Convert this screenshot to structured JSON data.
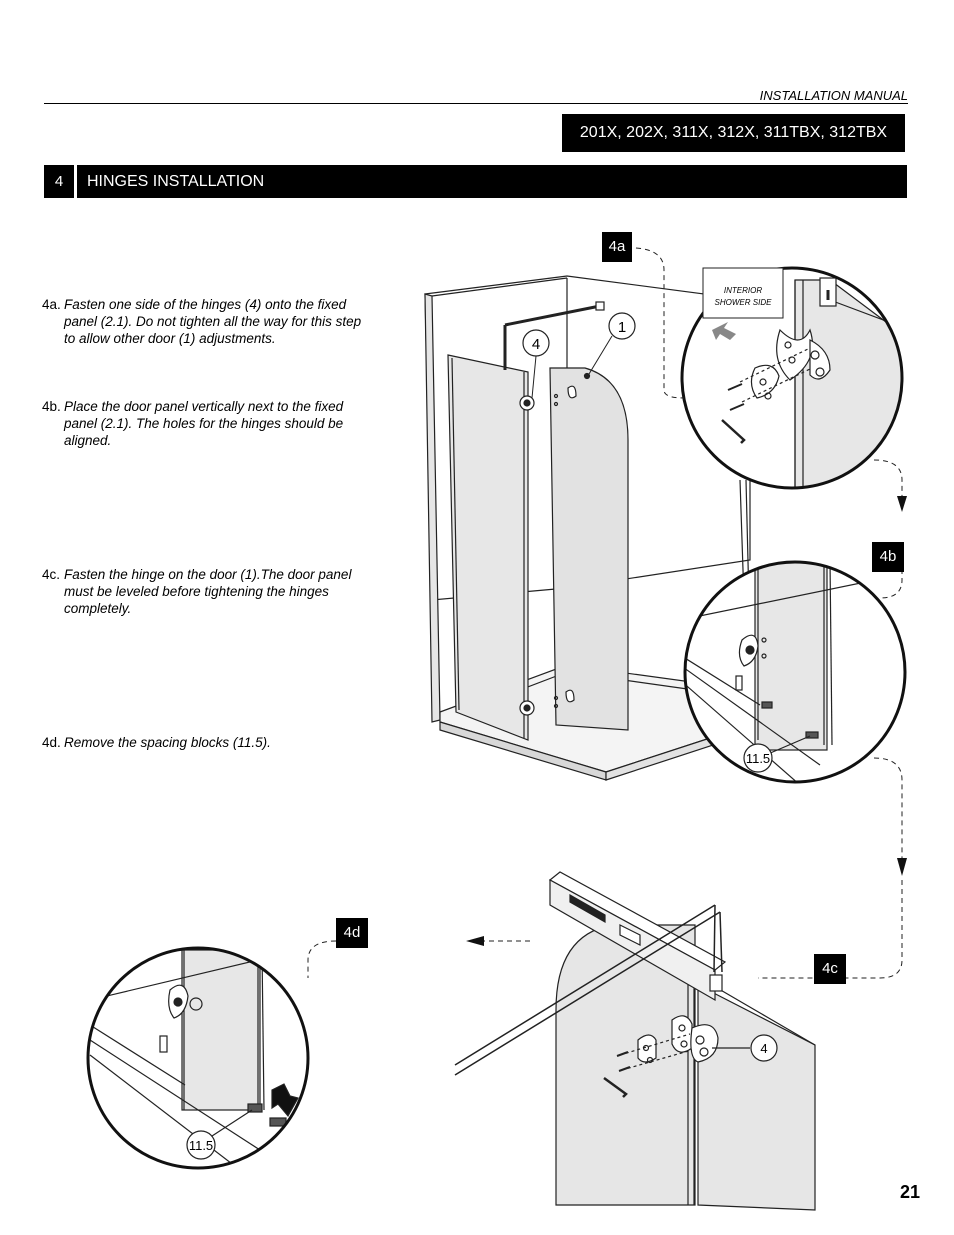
{
  "header": {
    "label": "INSTALLATION MANUAL",
    "models": "201X, 202X, 311X, 312X, 311TBX, 312TBX"
  },
  "section": {
    "number": "4",
    "title": "HINGES INSTALLATION"
  },
  "steps": [
    {
      "label": "4a.",
      "text": "Fasten one side of the hinges (4) onto the fixed panel (2.1). Do not tighten all the way for this step to allow other door (1) adjustments."
    },
    {
      "label": "4b.",
      "text": "Place the door panel vertically next to the fixed panel (2.1).  The holes for the hinges should be aligned."
    },
    {
      "label": "4c.",
      "text": "Fasten the hinge on the door (1).The door panel must be leveled before tightening the hinges completely."
    },
    {
      "label": "4d.",
      "text": "Remove the spacing blocks (11.5)."
    }
  ],
  "tags": {
    "a": "4a",
    "b": "4b",
    "c": "4c",
    "d": "4d"
  },
  "callouts": {
    "door": "1",
    "hinge": "4",
    "spacer": "11.5"
  },
  "interior_label": {
    "line1": "INTERIOR",
    "line2": "SHOWER SIDE"
  },
  "page_number": "21"
}
